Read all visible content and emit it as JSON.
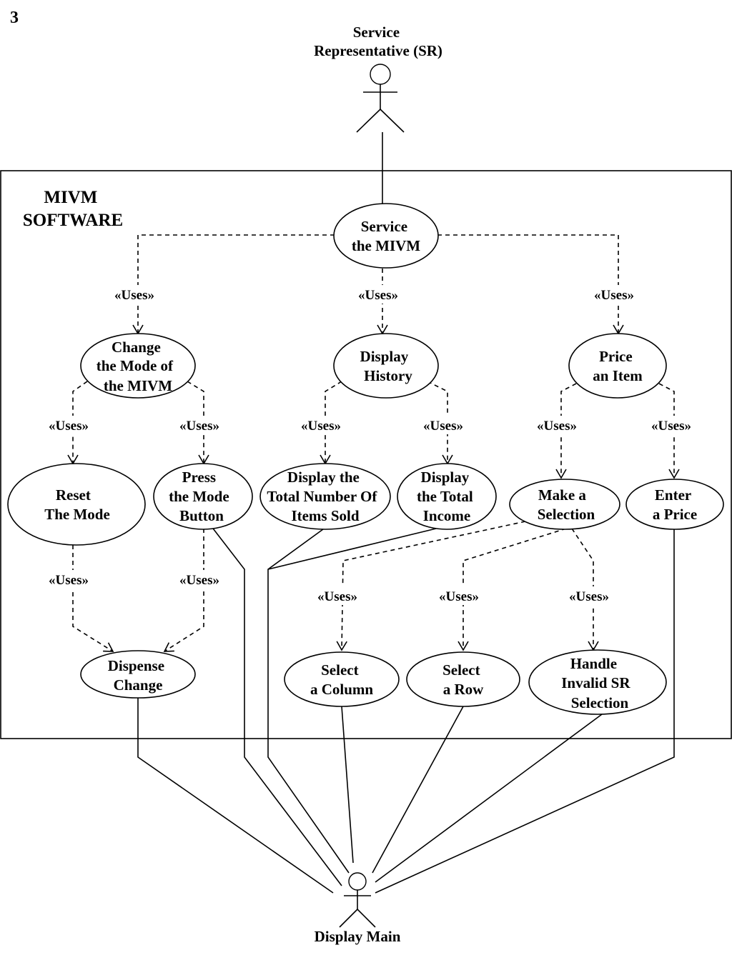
{
  "page_number": "3",
  "system": {
    "label_lines": [
      "MIVM",
      "SOFTWARE"
    ]
  },
  "actors": {
    "service_rep": {
      "label_lines": [
        "Service",
        "Representative (SR)"
      ]
    },
    "display_main": {
      "label": "Display Main"
    }
  },
  "use_cases": {
    "service": [
      "Service",
      "the MIVM"
    ],
    "change_mode": [
      "Change",
      "the Mode of",
      "the MIVM"
    ],
    "display_history": [
      "Display",
      "History"
    ],
    "price_item": [
      "Price",
      "an Item"
    ],
    "reset_mode": [
      "Reset",
      "The Mode"
    ],
    "press_mode": [
      "Press",
      "the Mode",
      "Button"
    ],
    "total_items": [
      "Display the",
      "Total Number Of",
      "Items Sold"
    ],
    "total_income": [
      "Display",
      "the Total",
      "Income"
    ],
    "make_selection": [
      "Make a",
      "Selection"
    ],
    "enter_price": [
      "Enter",
      "a Price"
    ],
    "dispense_change": [
      "Dispense",
      "Change"
    ],
    "select_column": [
      "Select",
      "a Column"
    ],
    "select_row": [
      "Select",
      "a Row"
    ],
    "handle_invalid": [
      "Handle",
      "Invalid SR",
      "Selection"
    ]
  },
  "relation_label": "«Uses»"
}
